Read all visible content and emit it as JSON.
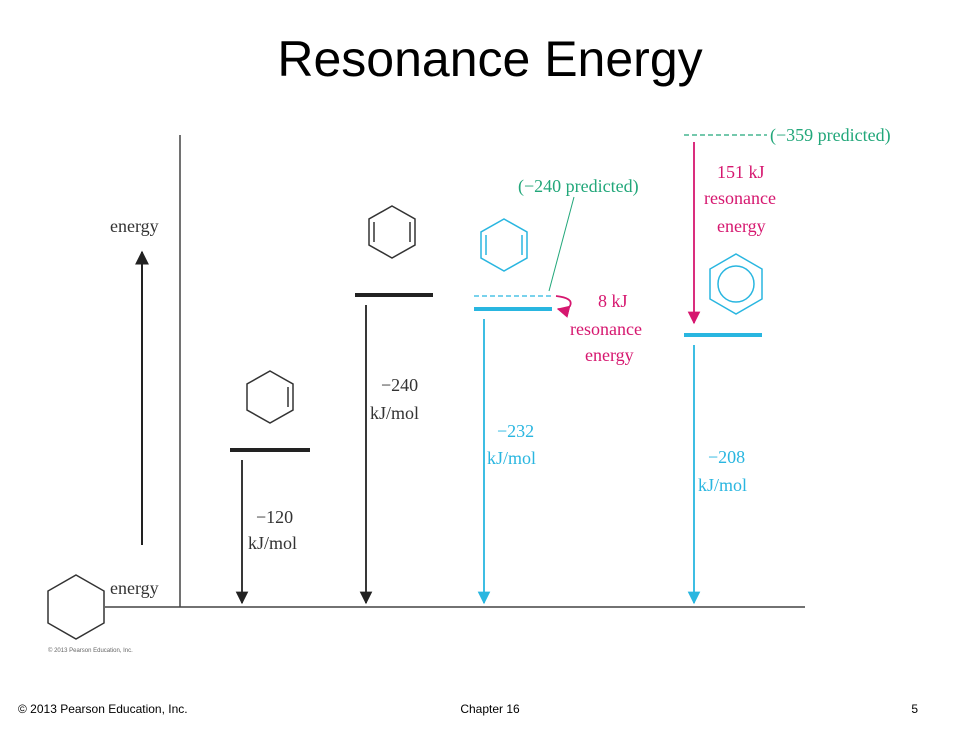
{
  "slide": {
    "title": "Resonance Energy",
    "footer_left": "© 2013 Pearson Education, Inc.",
    "footer_center": "Chapter 16",
    "page_number": "5"
  },
  "diagram": {
    "axis_label_top": "energy",
    "axis_label_bottom": "energy",
    "copyright_small": "© 2013 Pearson Education, Inc.",
    "cyclohexene": {
      "value": "−120",
      "unit": "kJ/mol"
    },
    "cyclohexadiene": {
      "value": "−240",
      "unit": "kJ/mol"
    },
    "cyclohexadiene_actual": {
      "value": "−232",
      "unit": "kJ/mol",
      "predicted": "(−240 predicted)",
      "resonance_line1": "8 kJ",
      "resonance_line2": "resonance",
      "resonance_line3": "energy"
    },
    "benzene": {
      "value": "−208",
      "unit": "kJ/mol",
      "predicted": "(−359 predicted)",
      "resonance_line1": "151 kJ",
      "resonance_line2": "resonance",
      "resonance_line3": "energy"
    },
    "colors": {
      "black": "#222222",
      "blue": "#29b6e0",
      "magenta": "#d6176f",
      "green": "#22a77a"
    },
    "icons": [
      "cyclohexane-icon",
      "cyclohexene-icon",
      "cyclohexadiene-icon",
      "benzene-icon"
    ]
  }
}
